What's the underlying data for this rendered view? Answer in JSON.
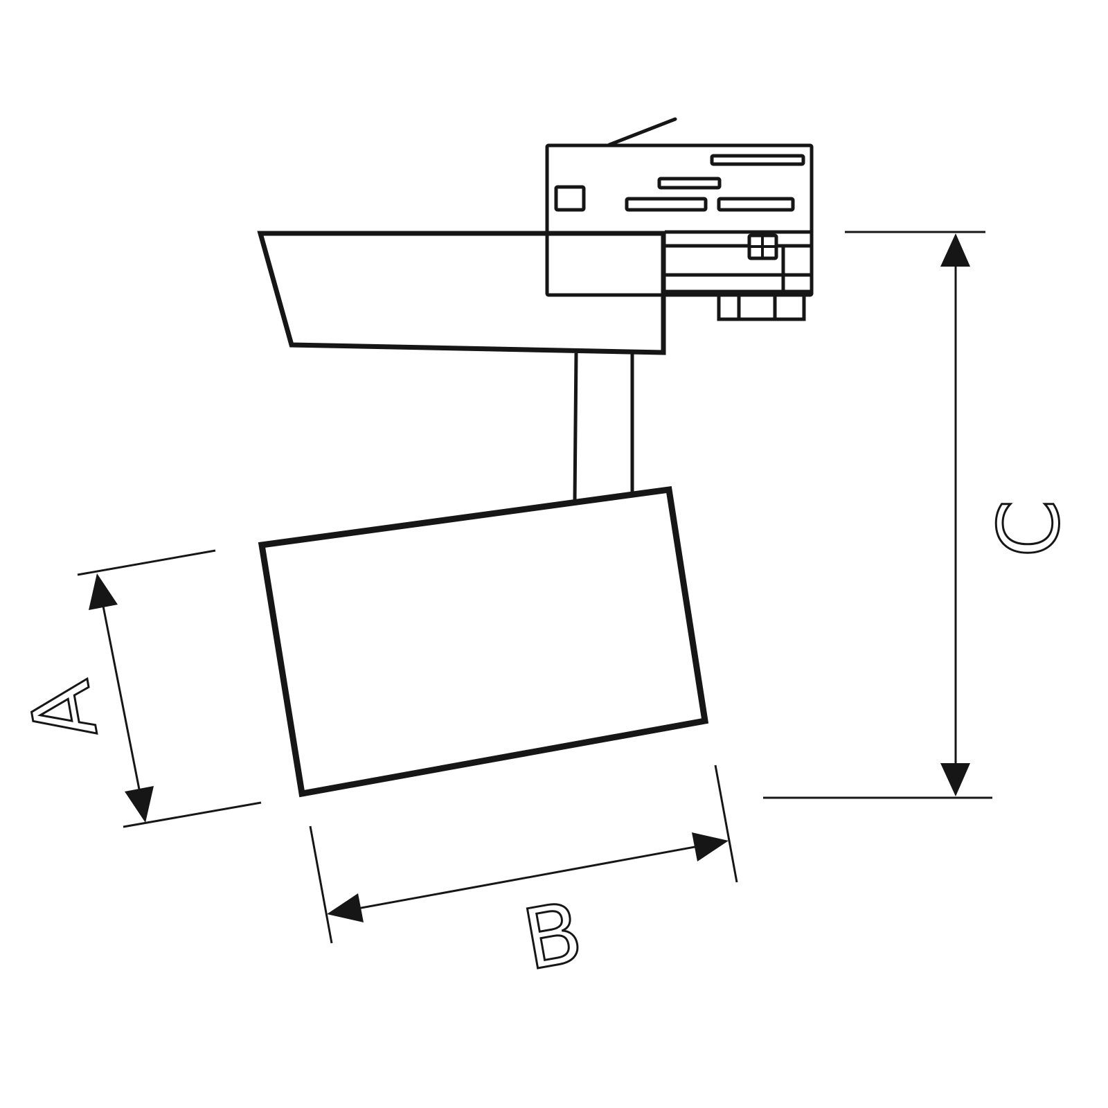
{
  "dimensions": {
    "a_label": "A",
    "b_label": "B",
    "c_label": "C"
  },
  "colors": {
    "line": "#161616",
    "background": "#ffffff"
  }
}
